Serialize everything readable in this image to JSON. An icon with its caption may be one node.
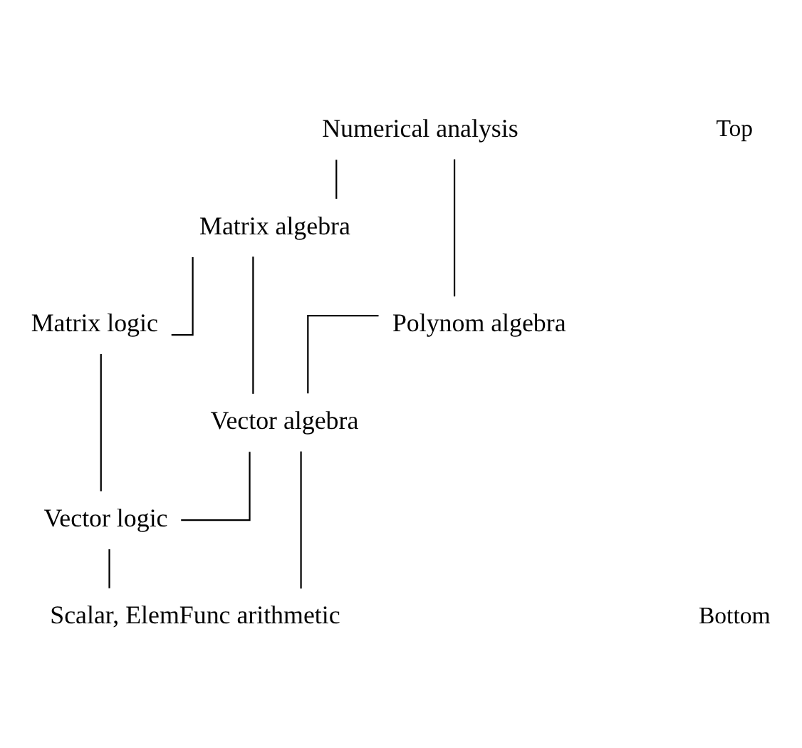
{
  "diagram": {
    "nodes": [
      {
        "text": [
          "Numerical analysis"
        ]
      },
      {
        "text": [
          "Matrix algebra"
        ]
      },
      {
        "text": [
          "Matrix logic"
        ]
      },
      {
        "text": [
          "Polynom algebra"
        ]
      },
      {
        "text": [
          "Vector algebra"
        ]
      },
      {
        "text": [
          "Vector logic"
        ]
      },
      {
        "text": [
          "Scalar, ElemFunc arithmetic"
        ]
      }
    ],
    "edges": [
      {
        "from": 0,
        "to": 3,
        "arrow": "none"
      },
      {
        "from": 0,
        "to": 1,
        "arrow": "none"
      },
      {
        "from": 1,
        "to": 2,
        "arrow": "none"
      },
      {
        "from": 1,
        "to": 4,
        "arrow": "none"
      },
      {
        "from": 3,
        "to": 4,
        "arrow": "none"
      },
      {
        "from": 2,
        "to": 5,
        "arrow": "none"
      },
      {
        "from": 4,
        "to": 5,
        "arrow": "none"
      },
      {
        "from": 4,
        "to": 6,
        "arrow": "none"
      },
      {
        "from": 5,
        "to": 6,
        "arrow": "none"
      }
    ],
    "labels": [
      "Top",
      "Bottom"
    ]
  }
}
